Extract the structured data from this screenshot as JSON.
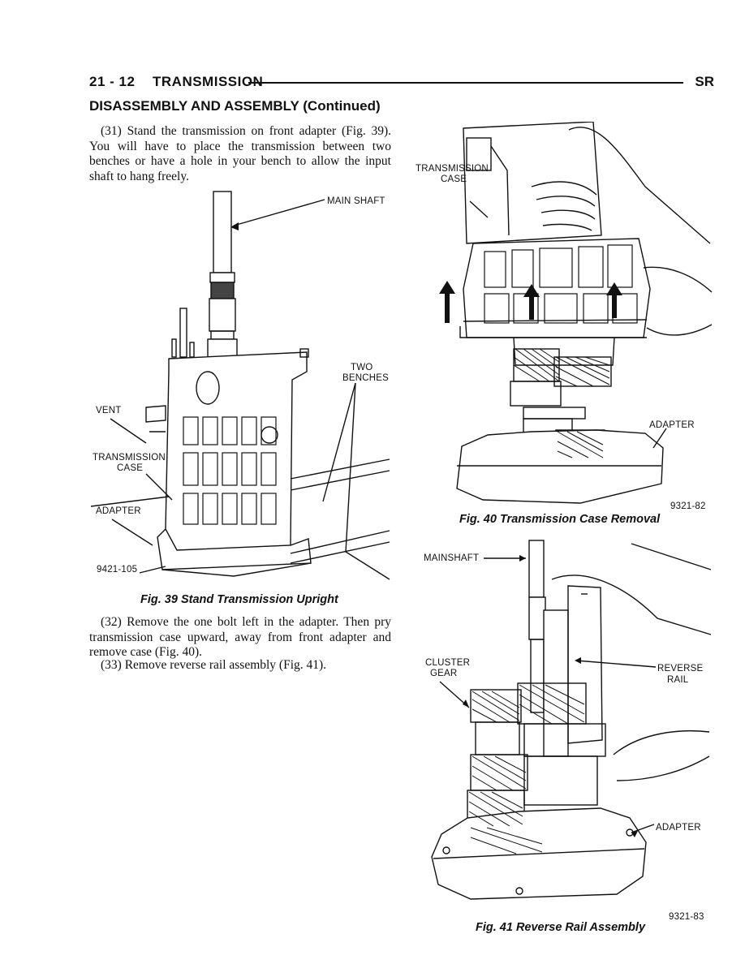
{
  "header": {
    "page_number": "21 - 12",
    "section": "TRANSMISSION",
    "model_code": "SR"
  },
  "section_title": "DISASSEMBLY AND ASSEMBLY (Continued)",
  "paragraphs": {
    "p31": "(31) Stand the transmission on front adapter (Fig. 39). You will have to place the transmission between two benches or have a hole in your bench to allow the input shaft to hang freely.",
    "p32": "(32) Remove the one bolt left in the adapter. Then pry transmission case upward, away from front adapter and remove case (Fig. 40).",
    "p33": "(33) Remove reverse rail assembly (Fig. 41)."
  },
  "figures": {
    "fig39": {
      "caption": "Fig. 39 Stand Transmission Upright",
      "labels": {
        "main_shaft": "MAIN SHAFT",
        "two": "TWO",
        "benches": "BENCHES",
        "vent": "VENT",
        "transmission": "TRANSMISSION",
        "case": "CASE",
        "adapter": "ADAPTER",
        "code": "9421-105"
      }
    },
    "fig40": {
      "caption": "Fig. 40 Transmission Case Removal",
      "labels": {
        "transmission": "TRANSMISSION",
        "case": "CASE",
        "adapter": "ADAPTER",
        "code": "9321-82"
      }
    },
    "fig41": {
      "caption": "Fig. 41 Reverse Rail Assembly",
      "labels": {
        "mainshaft": "MAINSHAFT",
        "cluster": "CLUSTER",
        "gear": "GEAR",
        "reverse": "REVERSE",
        "rail": "RAIL",
        "adapter": "ADAPTER",
        "code": "9321-83"
      }
    }
  }
}
